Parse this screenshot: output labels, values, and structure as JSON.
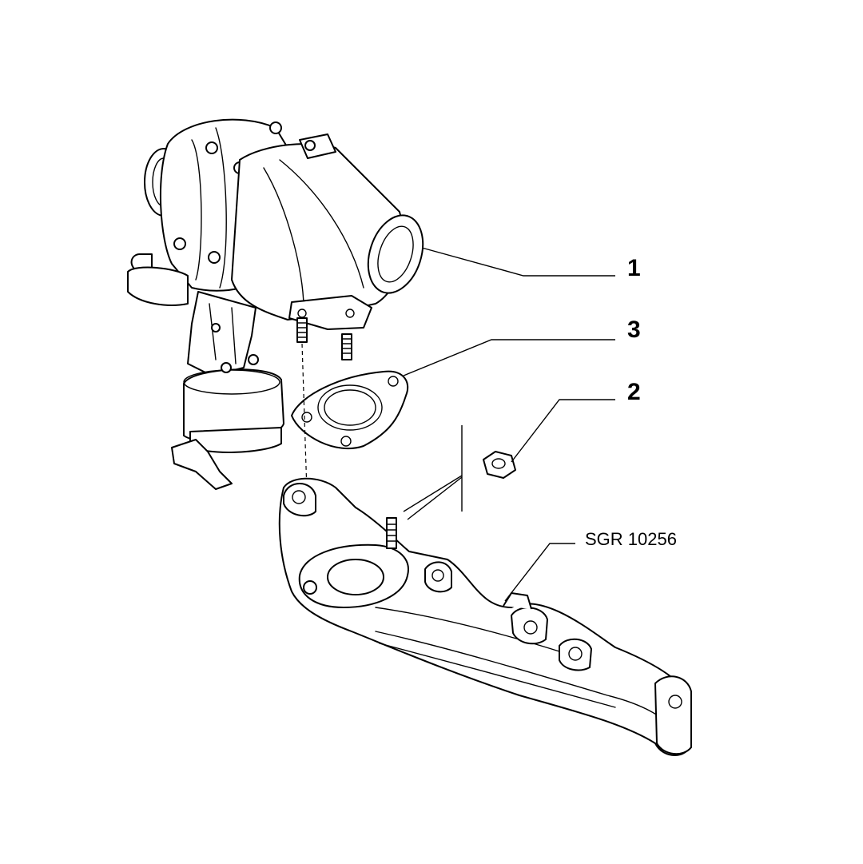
{
  "callouts": [
    {
      "id": "1",
      "label": "1",
      "part": "turbocharger"
    },
    {
      "id": "3",
      "label": "3",
      "part": "gasket"
    },
    {
      "id": "2",
      "label": "2",
      "part": "nut"
    }
  ],
  "drawing_code": "SGR 10256",
  "colors": {
    "line": "#000000",
    "background": "#ffffff"
  }
}
